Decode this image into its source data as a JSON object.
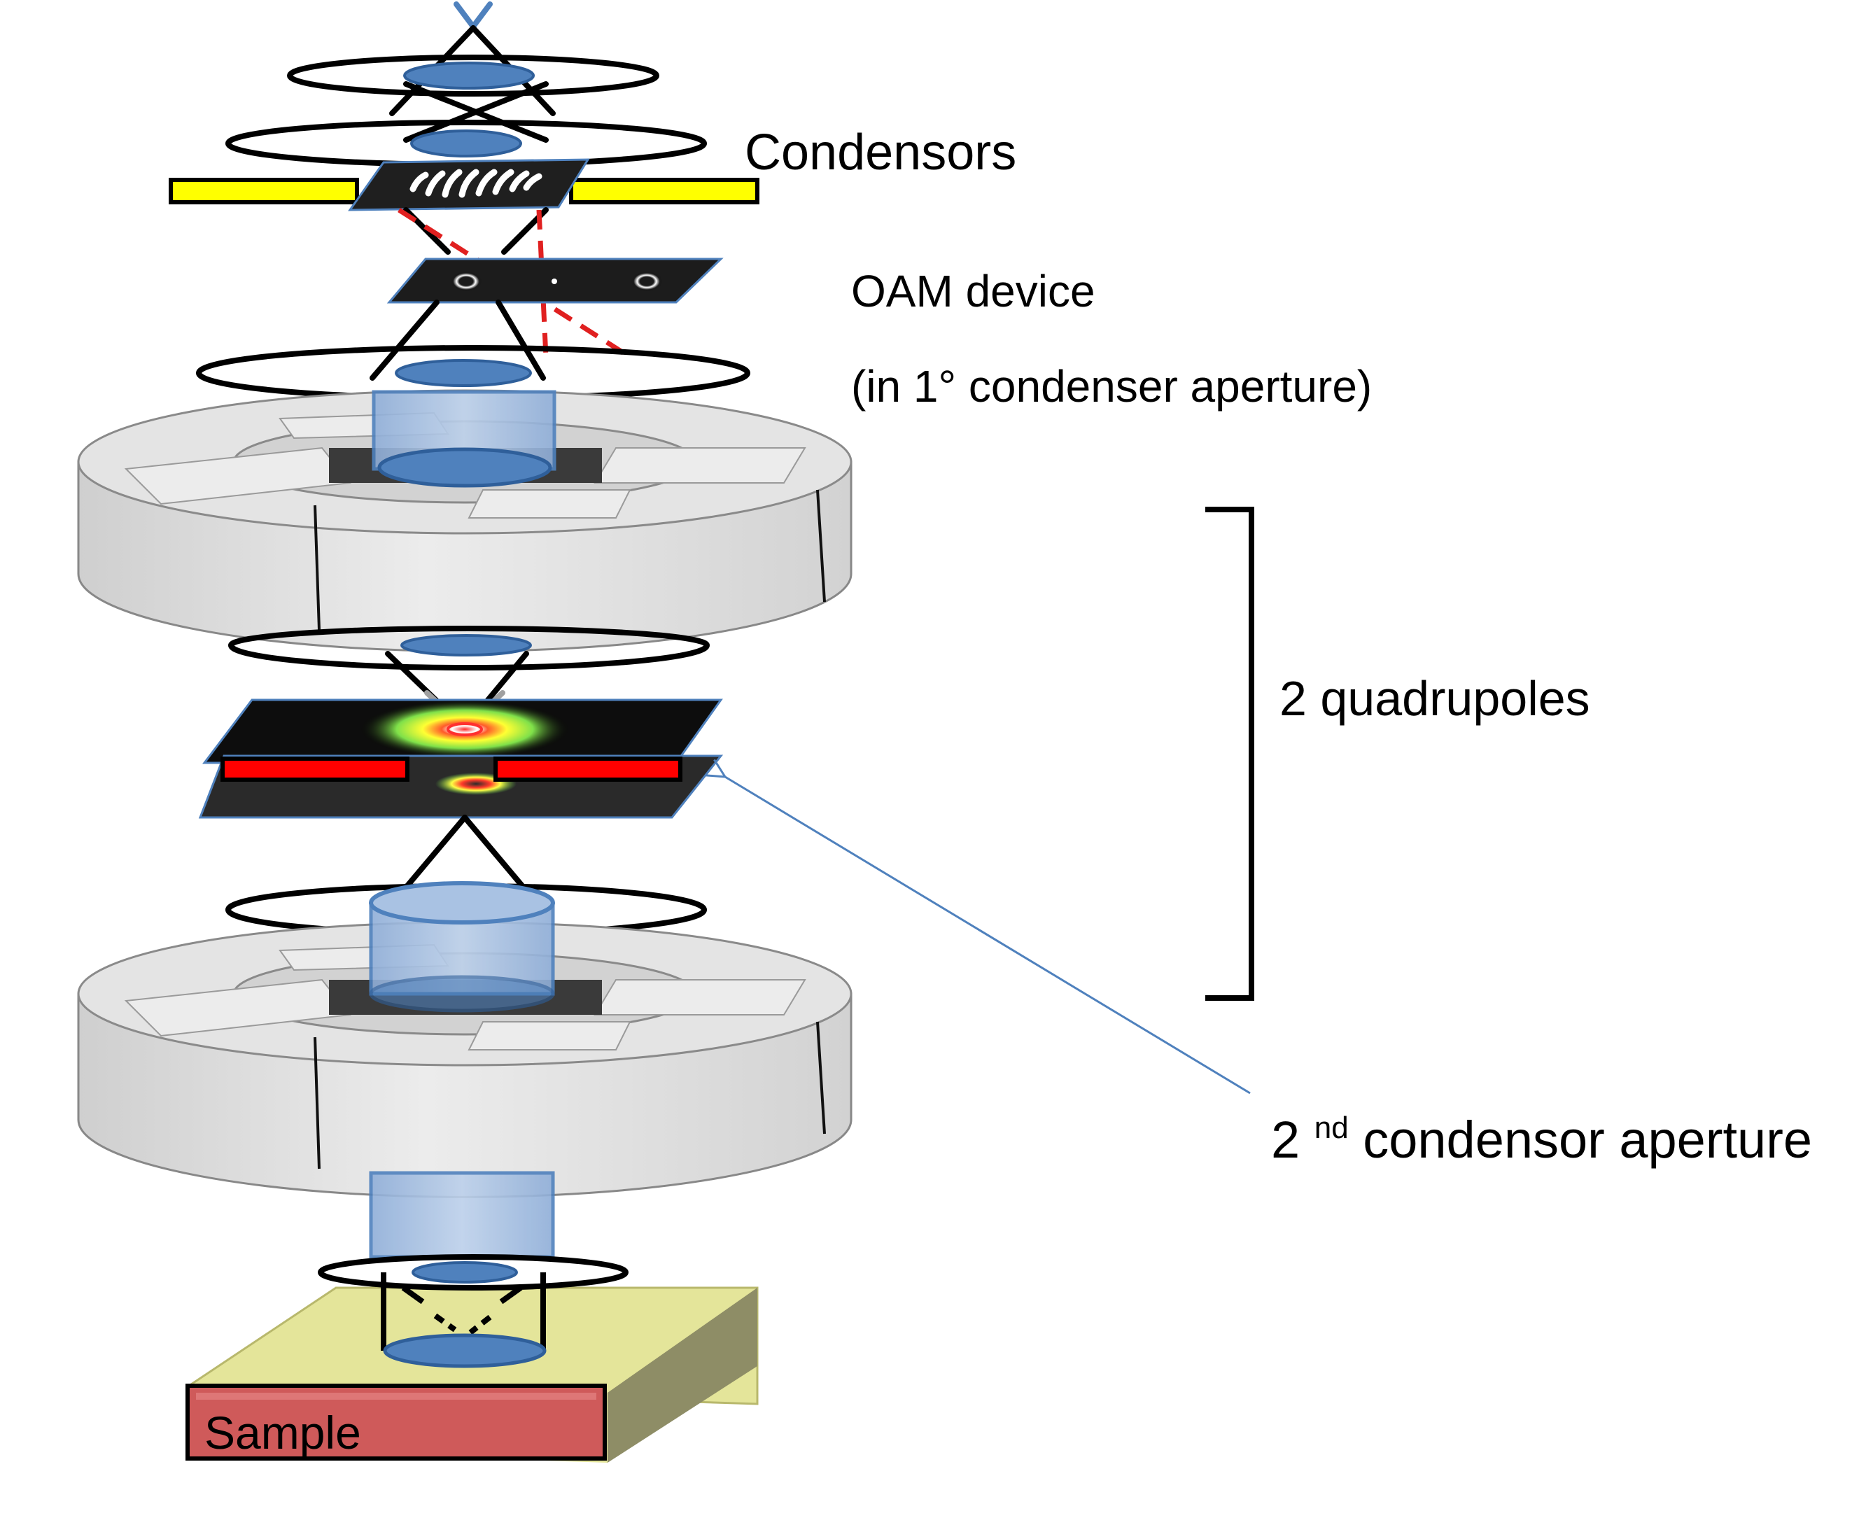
{
  "labels": {
    "condensors": "Condensors",
    "oam_device": "OAM device",
    "oam_device_note": "(in 1° condenser aperture)",
    "quadrupoles": "2 quadrupoles",
    "second_aperture_base": "2",
    "second_aperture_sup": "nd",
    "second_aperture_rest": " condensor aperture",
    "sample": "Sample"
  },
  "colors": {
    "background": "#ffffff",
    "lens_fill": "#4f81bd",
    "lens_edge": "#2f5f9a",
    "column_fill": "#a9c2e3",
    "aperture_yellow": "#ffff00",
    "aperture_red": "#ff0000",
    "ray_dashed": "#e02020",
    "ring_metal": "#e4e4e4",
    "stage_yellow": "#e4e59a",
    "stage_side": "#8e8d66",
    "sample_fill": "#cf5a5a",
    "pointer_line": "#4f81bd"
  },
  "icons": {
    "top_source": "x-mark-icon",
    "pointer": "arrow-icon",
    "bracket": "right-bracket-icon"
  }
}
